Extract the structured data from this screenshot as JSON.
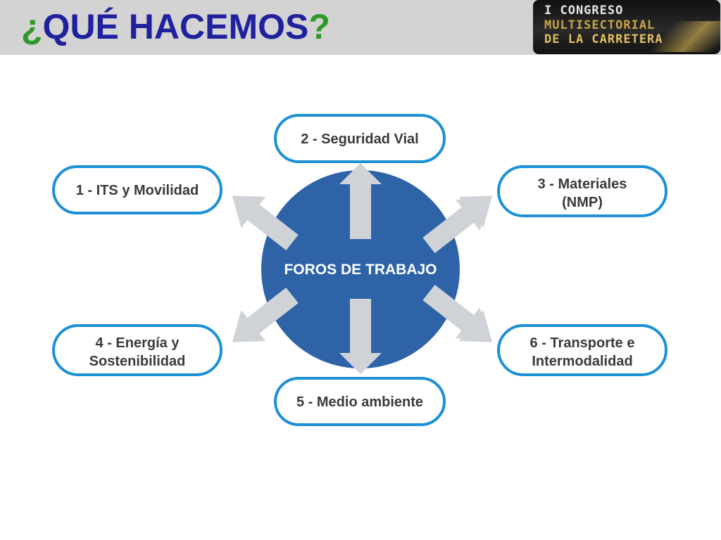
{
  "header": {
    "title_open": "¿",
    "title_main": "QUÉ HACEMOS",
    "title_close": "?"
  },
  "logo": {
    "line1": "I CONGRESO",
    "line2": "MULTISECTORIAL",
    "line3": "DE LA CARRETERA"
  },
  "diagram": {
    "center": "FOROS DE TRABAJO",
    "nodes": [
      {
        "lines": [
          "1 - ITS y Movilidad"
        ]
      },
      {
        "lines": [
          "2 - Seguridad Vial"
        ]
      },
      {
        "lines": [
          "3 - Materiales",
          "(NMP)"
        ]
      },
      {
        "lines": [
          "4 - Energía y",
          "Sostenibilidad"
        ]
      },
      {
        "lines": [
          "5 - Medio ambiente"
        ]
      },
      {
        "lines": [
          "6 - Transporte e",
          "Intermodalidad"
        ]
      }
    ]
  },
  "colors": {
    "center_fill": "#2e63a8",
    "node_border": "#1e90d6",
    "arrow_fill": "#cfd3d8",
    "title_blue": "#20219e",
    "title_green": "#2e9a28",
    "header_bg": "#d3d3d3"
  }
}
